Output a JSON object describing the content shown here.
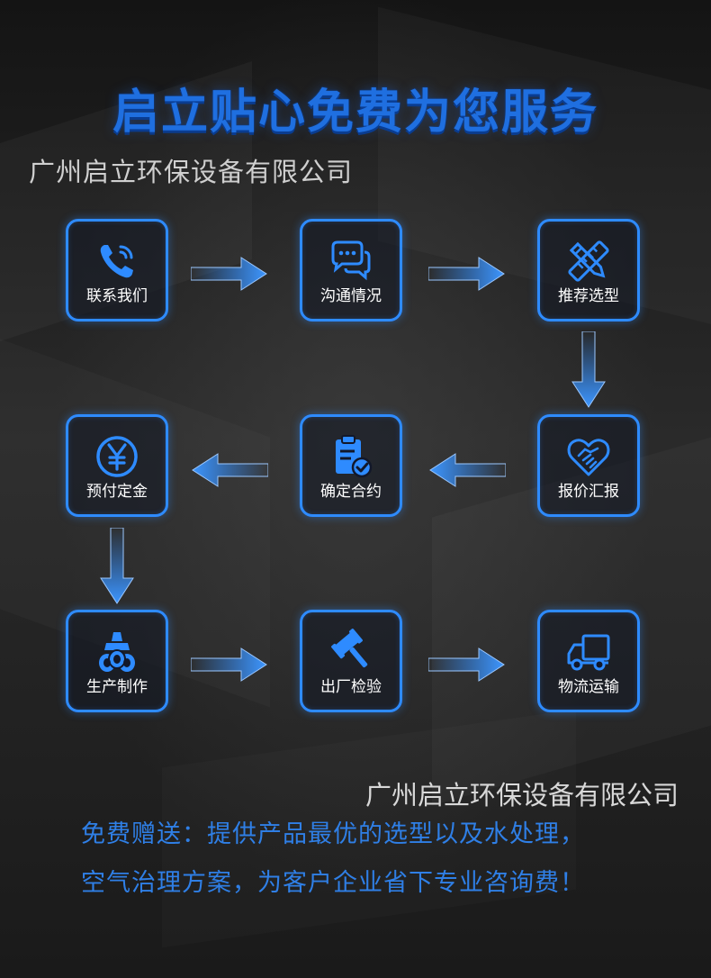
{
  "header": {
    "title": "启立贴心免费为您服务",
    "company": "广州启立环保设备有限公司"
  },
  "steps": [
    {
      "label": "联系我们",
      "icon": "phone-icon"
    },
    {
      "label": "沟通情况",
      "icon": "chat-bubbles-icon"
    },
    {
      "label": "推荐选型",
      "icon": "ruler-pencil-icon"
    },
    {
      "label": "报价汇报",
      "icon": "handshake-heart-icon"
    },
    {
      "label": "确定合约",
      "icon": "clipboard-check-icon"
    },
    {
      "label": "预付定金",
      "icon": "yuan-coin-icon"
    },
    {
      "label": "生产制作",
      "icon": "pipes-icon"
    },
    {
      "label": "出厂检验",
      "icon": "gavel-icon"
    },
    {
      "label": "物流运输",
      "icon": "truck-icon"
    }
  ],
  "footer": {
    "company": "广州启立环保设备有限公司",
    "line1": "免费赠送：提供产品最优的选型以及水处理，",
    "line2": "空气治理方案，为客户企业省下专业咨询费！"
  },
  "colors": {
    "accent": "#2e8bff",
    "title": "#1f6fe0",
    "footer_text": "#2f7fe6"
  }
}
